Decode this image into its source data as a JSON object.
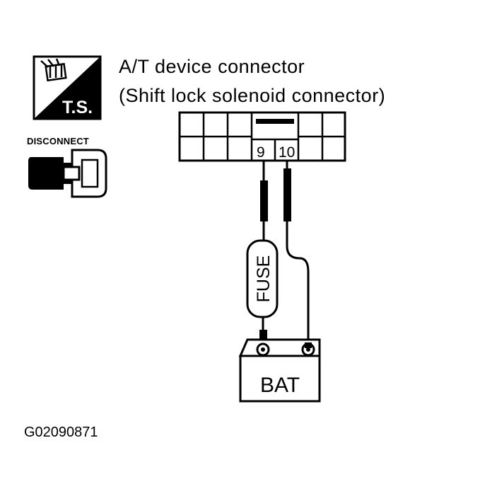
{
  "title": {
    "line1": "A/T device connector",
    "line2": "(Shift lock solenoid connector)"
  },
  "ts_badge": "T.S.",
  "disconnect_label": "DISCONNECT",
  "connector": {
    "pin_left": "9",
    "pin_right": "10"
  },
  "fuse_label": "FUSE",
  "battery_label": "BAT",
  "figure_id": "G02090871",
  "icons": [
    "test-probe-icon",
    "disconnect-connector-icon",
    "battery-icon",
    "fuse-icon"
  ],
  "colors": {
    "ink": "#000000",
    "paper": "#ffffff"
  }
}
